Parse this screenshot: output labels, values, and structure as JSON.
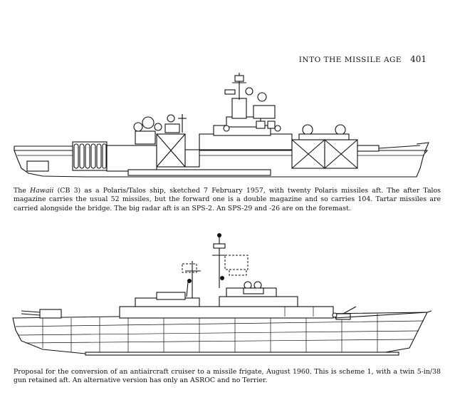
{
  "header": {
    "running_title": "INTO THE MISSILE AGE",
    "page_number": "401"
  },
  "figure1": {
    "caption_italic": "Hawaii",
    "caption_pre": "The ",
    "caption_post": " (CB 3) as a Polaris/Talos ship, sketched 7 February 1957, with twenty Polaris missiles aft. The after Talos magazine carries the usual 52 missiles, but the forward one is a double magazine and so carries 104. Tartar missiles are carried alongside the bridge. The big radar aft is an SPS-2. An SPS-29 and -26 are on the foremast."
  },
  "figure2": {
    "caption": "Proposal for the conversion of an antiaircraft cruiser to a missile frigate, August 1960. This is scheme 1, with a twin 5-in/38 gun retained aft. An alternative version has only an ASROC and no Terrier."
  }
}
